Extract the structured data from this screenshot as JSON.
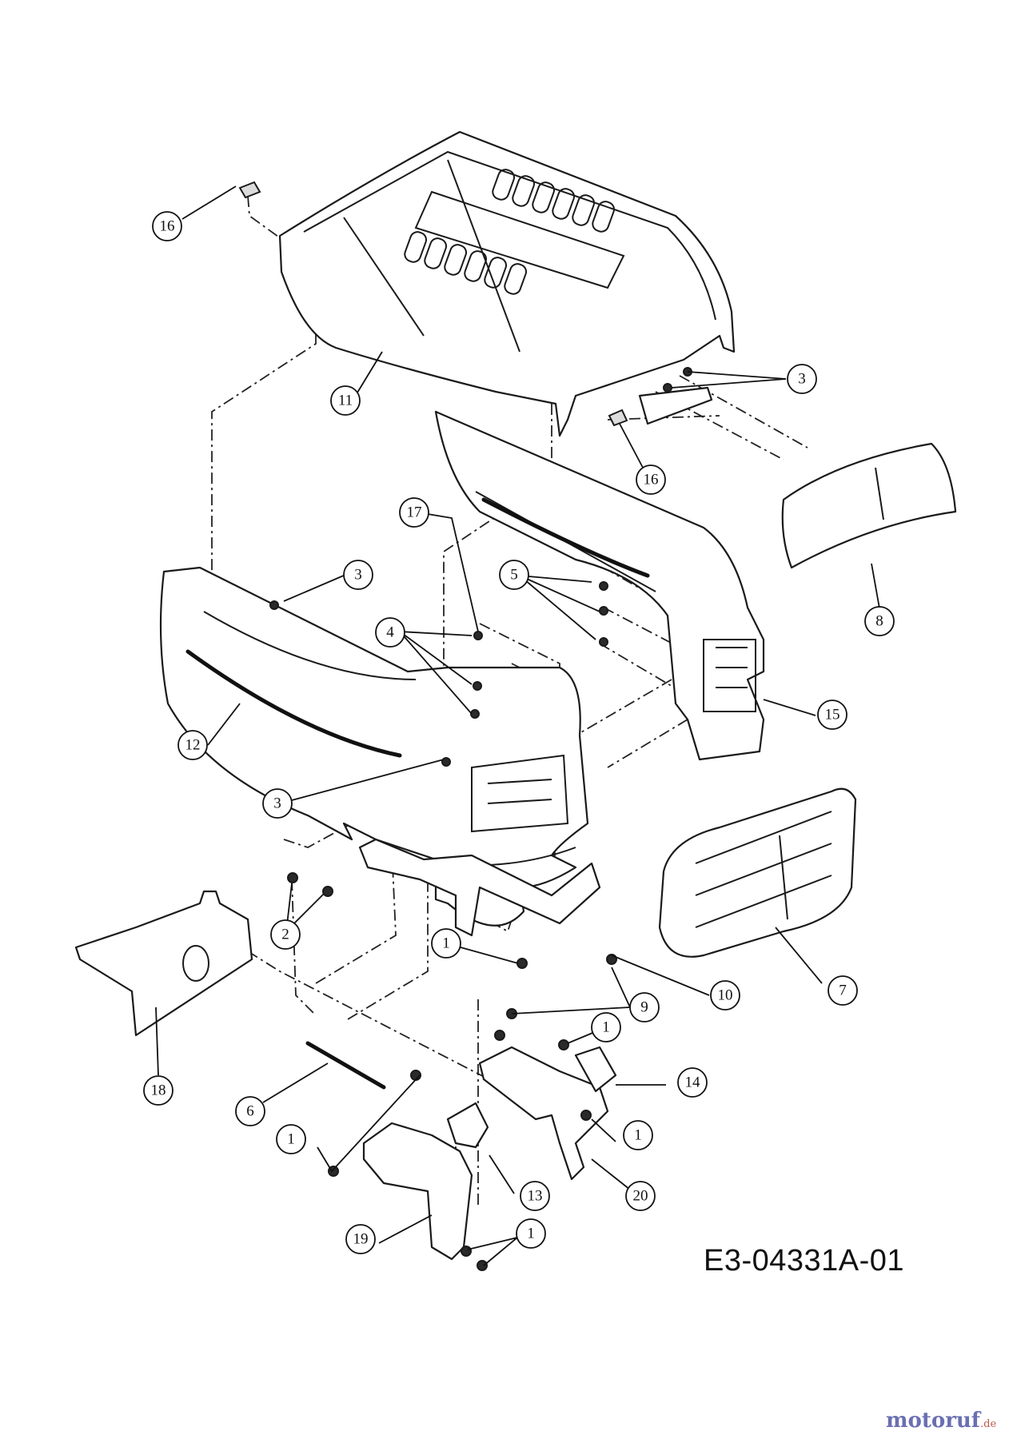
{
  "drawing_code": "E3-04331A-01",
  "watermark": {
    "name": "motoruf",
    "tld": ".de"
  },
  "callouts": [
    {
      "id": "callout-16-top",
      "label": "16"
    },
    {
      "id": "callout-11",
      "label": "11"
    },
    {
      "id": "callout-3-top-right",
      "label": "3"
    },
    {
      "id": "callout-16-mid",
      "label": "16"
    },
    {
      "id": "callout-8",
      "label": "8"
    },
    {
      "id": "callout-17",
      "label": "17"
    },
    {
      "id": "callout-3-left",
      "label": "3"
    },
    {
      "id": "callout-5",
      "label": "5"
    },
    {
      "id": "callout-4",
      "label": "4"
    },
    {
      "id": "callout-12",
      "label": "12"
    },
    {
      "id": "callout-15",
      "label": "15"
    },
    {
      "id": "callout-3-lower",
      "label": "3"
    },
    {
      "id": "callout-2",
      "label": "2"
    },
    {
      "id": "callout-1-mid",
      "label": "1"
    },
    {
      "id": "callout-9",
      "label": "9"
    },
    {
      "id": "callout-10",
      "label": "10"
    },
    {
      "id": "callout-7",
      "label": "7"
    },
    {
      "id": "callout-18",
      "label": "18"
    },
    {
      "id": "callout-1-right-upper",
      "label": "1"
    },
    {
      "id": "callout-14",
      "label": "14"
    },
    {
      "id": "callout-6",
      "label": "6"
    },
    {
      "id": "callout-1-left",
      "label": "1"
    },
    {
      "id": "callout-1-right-lower",
      "label": "1"
    },
    {
      "id": "callout-13",
      "label": "13"
    },
    {
      "id": "callout-20",
      "label": "20"
    },
    {
      "id": "callout-19",
      "label": "19"
    },
    {
      "id": "callout-1-bottom",
      "label": "1"
    }
  ]
}
